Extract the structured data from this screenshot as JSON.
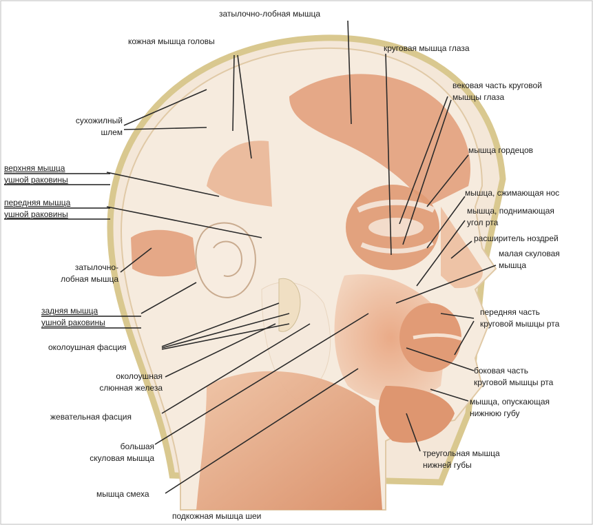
{
  "palette": {
    "muscle": "#e3a17d",
    "muscle_dark": "#c97a55",
    "skin": "#f4e7d8",
    "aponeurosis": "#efe4d6",
    "bone": "#e8dcb0",
    "line": "#2a2a2a"
  },
  "labels": {
    "occipitofrontal_top": [
      "затылочно-лобная мышца"
    ],
    "temporoparietal": [
      "кожная мышца головы"
    ],
    "orbicularis_oculi": [
      "круговая мышца глаза"
    ],
    "palpebral_part": [
      "вековая часть круговой",
      "мышцы глаза"
    ],
    "galea": [
      "сухожилный",
      "шлем"
    ],
    "procerus": [
      "мышца гордецов"
    ],
    "superior_auricular": [
      "верхняя мышца",
      "ушной раковины"
    ],
    "anterior_auricular": [
      "передняя мышца",
      "ушной раковины"
    ],
    "nasalis": [
      "мышца, сжимающая нос"
    ],
    "levator_anguli": [
      "мышца, поднимающая",
      "угол рта"
    ],
    "dilator_naris": [
      "расширитель ноздрей"
    ],
    "zygomatic_minor": [
      "малая скуловая",
      "мышца"
    ],
    "occipital_belly": [
      "затылочно-",
      "лобная мышца"
    ],
    "posterior_auricular": [
      "задняя мышца",
      "ушной раковины"
    ],
    "orbicularis_oris_front": [
      "передняя часть",
      "круговой мышцы рта"
    ],
    "parotid_fascia": [
      "околоушная фасция"
    ],
    "orbicularis_oris_lateral": [
      "боковая часть",
      "круговой мышцы рта"
    ],
    "parotid_gland": [
      "околоушная",
      "слюнная железа"
    ],
    "depressor_labii": [
      "мышца, опускающая",
      "нижнюю губу"
    ],
    "masseteric_fascia": [
      "жевательная фасция"
    ],
    "zygomatic_major": [
      "большая",
      "скуловая мышца"
    ],
    "triangularis": [
      "треугольная мышца",
      "нижней губы"
    ],
    "risorius": [
      "мышца смеха"
    ],
    "platysma": [
      "подкожная мышца шеи"
    ]
  }
}
